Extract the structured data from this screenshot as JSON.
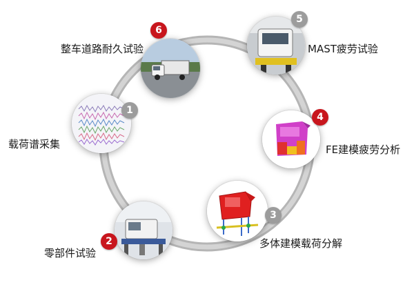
{
  "colors": {
    "ring": "#b8b8b8",
    "badge_red": "#c8161d",
    "badge_gray": "#9c9c9c"
  },
  "steps": [
    {
      "number": "1",
      "label": "载荷谱采集",
      "badge": "gray",
      "icon": "signal-waveform-image"
    },
    {
      "number": "2",
      "label": "零部件试验",
      "badge": "red",
      "icon": "component-test-rig-image"
    },
    {
      "number": "3",
      "label": "多体建模载荷分解",
      "badge": "gray",
      "icon": "multibody-model-image"
    },
    {
      "number": "4",
      "label": "FE建模疲劳分析",
      "badge": "red",
      "icon": "fe-cab-model-image"
    },
    {
      "number": "5",
      "label": "MAST疲劳试验",
      "badge": "gray",
      "icon": "mast-test-truck-image"
    },
    {
      "number": "6",
      "label": "整车道路耐久试验",
      "badge": "red",
      "icon": "road-test-truck-image"
    }
  ]
}
